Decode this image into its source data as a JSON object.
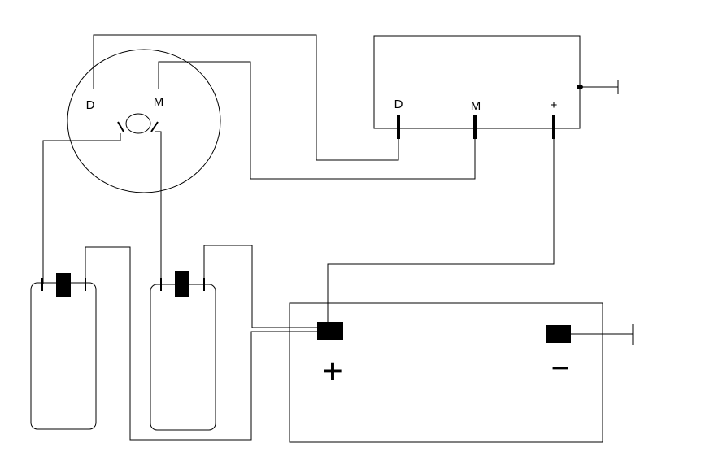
{
  "motor": {
    "label_d": "D",
    "label_m": "M"
  },
  "regulator": {
    "label_d": "D",
    "label_m": "M",
    "label_plus": "+"
  },
  "battery": {
    "plus_sign": "+",
    "minus_sign": "−"
  }
}
